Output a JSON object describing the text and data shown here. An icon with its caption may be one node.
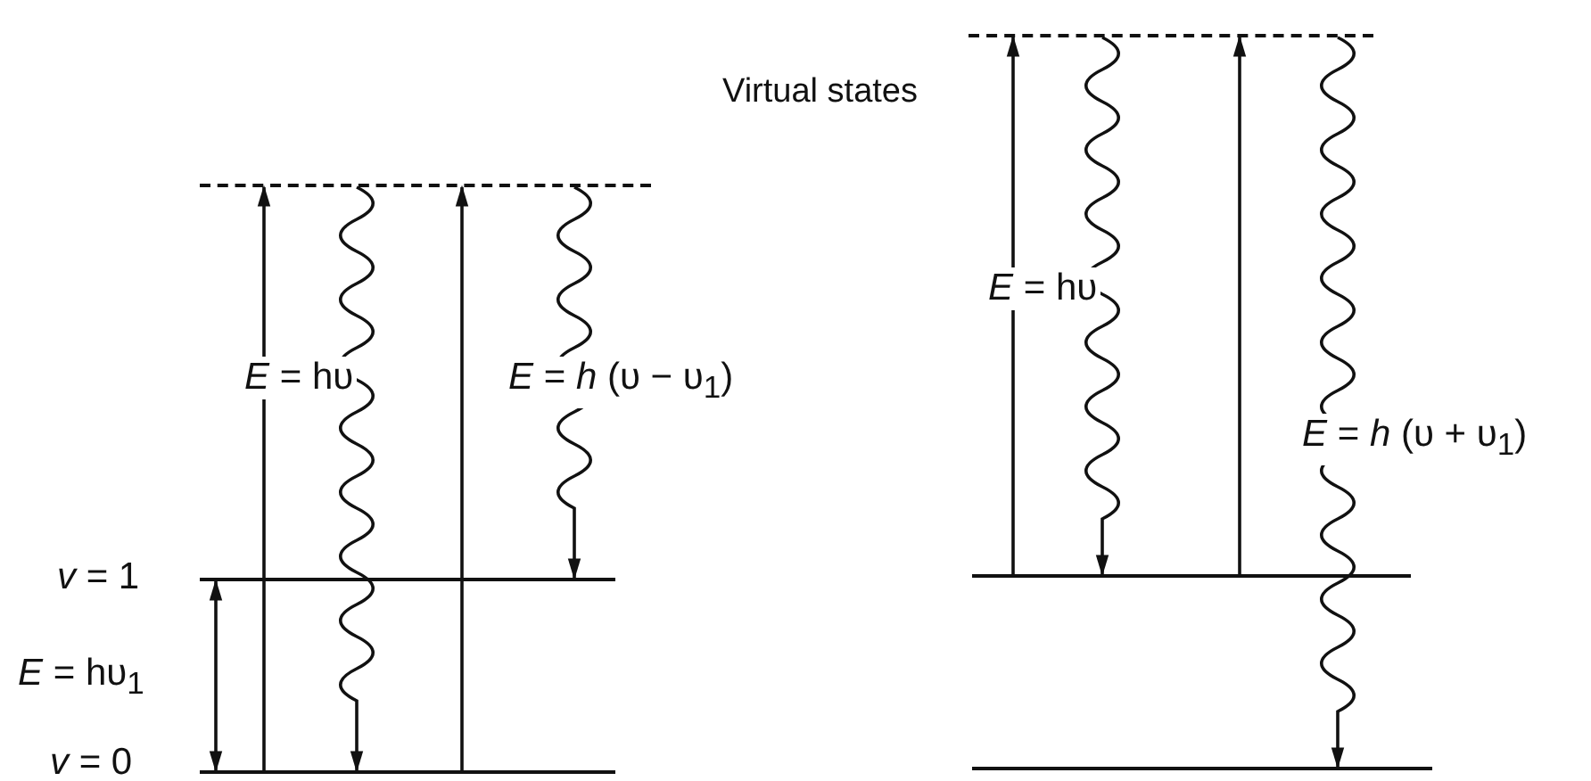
{
  "diagram": {
    "nodes": [
      {
        "text": [],
        "shape": "bar"
      },
      {
        "text": [],
        "shape": "bar"
      },
      {
        "text": [],
        "shape": "bar",
        "beside": [
          "*v* = 1"
        ]
      },
      {
        "text": [],
        "shape": "bar"
      },
      {
        "text": [],
        "shape": "bar",
        "beside": [
          "*v* = 0"
        ]
      },
      {
        "text": [],
        "shape": "bar"
      }
    ],
    "edges": [
      {
        "from": 4,
        "to": 0,
        "arrow": "to",
        "label": "*E* = hυ"
      },
      {
        "from": 0,
        "to": 4,
        "arrow": "to"
      },
      {
        "from": 4,
        "to": 0,
        "arrow": "to"
      },
      {
        "from": 0,
        "to": 2,
        "arrow": "to",
        "label": "*E* = *h* (υ − υ$_{1}$)"
      },
      {
        "from": 2,
        "to": 4,
        "arrow": "both",
        "label": "*E* = hυ$_{1}$"
      },
      {
        "from": 3,
        "to": 1,
        "arrow": "to",
        "label": "*E* = hυ"
      },
      {
        "from": 1,
        "to": 3,
        "arrow": "to"
      },
      {
        "from": 3,
        "to": 1,
        "arrow": "to"
      },
      {
        "from": 1,
        "to": 5,
        "arrow": "to",
        "label": "*E* = *h* (υ + υ$_{1}$)"
      }
    ],
    "labels": [
      "Virtual states"
    ]
  }
}
